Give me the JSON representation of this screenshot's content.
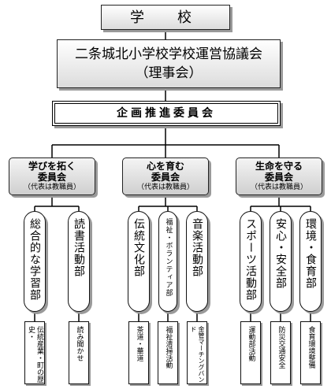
{
  "school": "学　校",
  "council": {
    "name": "二条城北小学校学校運営協議会",
    "alias": "（理事会）"
  },
  "planning_committee": "企画推進委員会",
  "committees": [
    {
      "name_line1": "学びを拓く",
      "name_line2": "委員会",
      "representative": "（代表は教職員）",
      "clubs": [
        "総合的な学習部",
        "読書活動部"
      ],
      "activities": [
        "伝統産業・町の歴史・",
        "読み聞かせ"
      ]
    },
    {
      "name_line1": "心を育む",
      "name_line2": "委員会",
      "representative": "（代表は教職員）",
      "clubs": [
        "伝統文化部",
        "福祉・ボランティア部",
        "音楽活動部"
      ],
      "activities": [
        "茶道・華道",
        "福祉清掃活動",
        "金管マーチングバンド"
      ]
    },
    {
      "name_line1": "生命を守る",
      "name_line2": "委員会",
      "representative": "（代表は教職員）",
      "clubs": [
        "スポーツ活動部",
        "安心・安全部",
        "環境・食育部"
      ],
      "activities": [
        "運動部活動",
        "防災交通安全",
        "食育環境整備"
      ]
    }
  ],
  "colors": {
    "box_top": "#ffffff",
    "box_bottom": "#dcdcdc",
    "shadow": "#9a9a9a",
    "line": "#000000"
  }
}
